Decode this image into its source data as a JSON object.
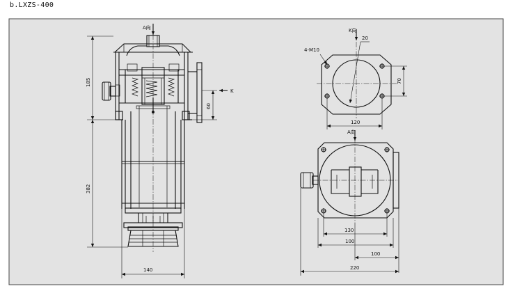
{
  "title": "b.LXZS-400",
  "colors": {
    "sheet_bg": "#e3e3e3",
    "line": "#111111",
    "page_bg": "#ffffff"
  },
  "side_view": {
    "label_top": "A向",
    "label_right": "K",
    "dims": {
      "upper_height": "185",
      "pipe_offset": "60",
      "body_height": "382",
      "body_width": "140"
    }
  },
  "flange_view": {
    "label_top": "K向",
    "bolts": "4-M10",
    "radius": "20",
    "height": "70",
    "width": "120"
  },
  "top_view": {
    "label_top": "A向",
    "dims": {
      "inner_width": "130",
      "center_width": "100",
      "half_width": "100",
      "overall_width": "220"
    }
  }
}
